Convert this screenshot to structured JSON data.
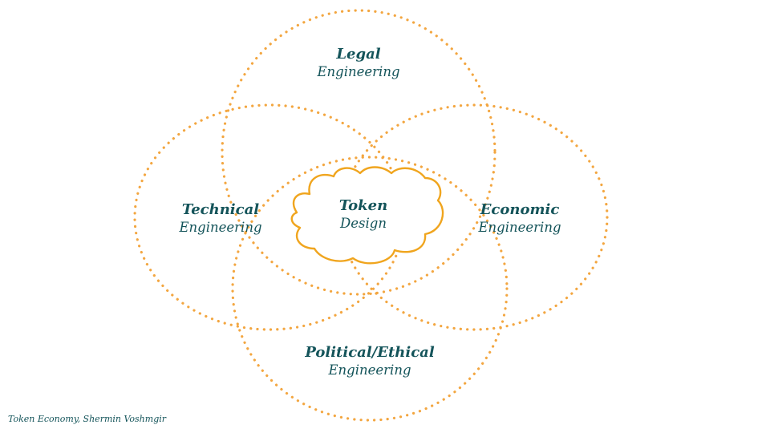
{
  "diagram": {
    "nodes": [
      {
        "id": "legal",
        "title": "Legal",
        "subtitle": "Engineering"
      },
      {
        "id": "technical",
        "title": "Technical",
        "subtitle": "Engineering"
      },
      {
        "id": "economic",
        "title": "Economic",
        "subtitle": "Engineering"
      },
      {
        "id": "political",
        "title": "Political/Ethical",
        "subtitle": "Engineering"
      }
    ],
    "center": {
      "title": "Token",
      "subtitle": "Design"
    }
  },
  "footer": {
    "credit": "Token Economy, Shermin Voshmgir"
  },
  "colors": {
    "ring": "#f3a640",
    "cloud_stroke": "#f0a51e",
    "text": "#14545a",
    "background": "#ffffff"
  }
}
